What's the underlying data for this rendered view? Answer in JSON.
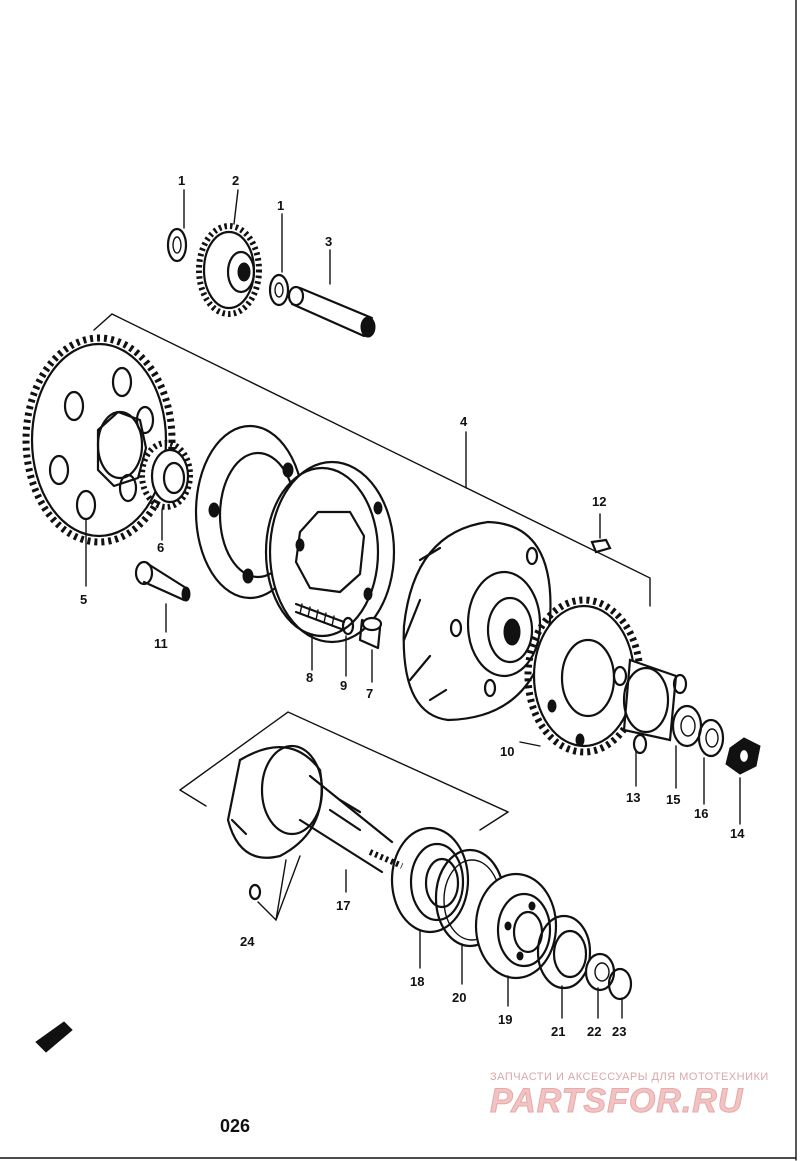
{
  "diagram": {
    "callouts": [
      {
        "id": "c1a",
        "text": "1"
      },
      {
        "id": "c2",
        "text": "2"
      },
      {
        "id": "c1b",
        "text": "1"
      },
      {
        "id": "c3",
        "text": "3"
      },
      {
        "id": "c4",
        "text": "4"
      },
      {
        "id": "c5",
        "text": "5"
      },
      {
        "id": "c6",
        "text": "6"
      },
      {
        "id": "c11",
        "text": "11"
      },
      {
        "id": "c8",
        "text": "8"
      },
      {
        "id": "c9",
        "text": "9"
      },
      {
        "id": "c7",
        "text": "7"
      },
      {
        "id": "c12",
        "text": "12"
      },
      {
        "id": "c10",
        "text": "10"
      },
      {
        "id": "c13",
        "text": "13"
      },
      {
        "id": "c15",
        "text": "15"
      },
      {
        "id": "c16",
        "text": "16"
      },
      {
        "id": "c14",
        "text": "14"
      },
      {
        "id": "c17",
        "text": "17"
      },
      {
        "id": "c24",
        "text": "24"
      },
      {
        "id": "c18",
        "text": "18"
      },
      {
        "id": "c20",
        "text": "20"
      },
      {
        "id": "c19",
        "text": "19"
      },
      {
        "id": "c21",
        "text": "21"
      },
      {
        "id": "c22",
        "text": "22"
      },
      {
        "id": "c23",
        "text": "23"
      }
    ],
    "page_code": "026",
    "watermark": {
      "tagline": "ЗАПЧАСТИ И АКСЕССУАРЫ ДЛЯ МОТОТЕХНИКИ",
      "logo": "PARTSFOR.RU"
    }
  }
}
